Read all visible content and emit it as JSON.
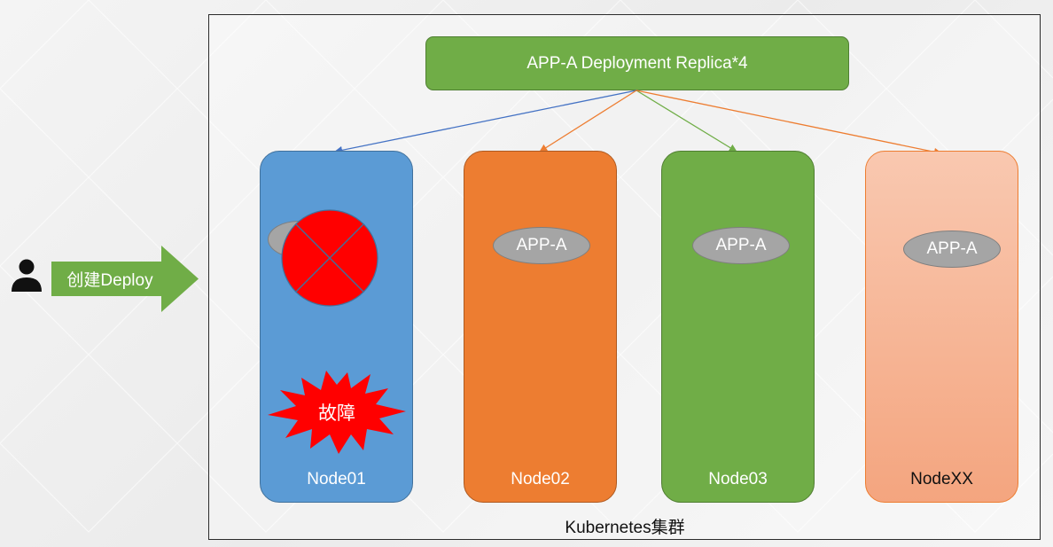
{
  "actor": {
    "icon": "person-icon",
    "action_label": "创建Deploy",
    "arrow_color": "#70ad47"
  },
  "cluster": {
    "label": "Kubernetes集群"
  },
  "deployment": {
    "label": "APP-A Deployment Replica*4",
    "color": "#70ad47"
  },
  "nodes": [
    {
      "name": "Node01",
      "color": "#5b9bd5",
      "pod_label": "",
      "failed": true,
      "fault_label": "故障"
    },
    {
      "name": "Node02",
      "color": "#ed7d31",
      "pod_label": "APP-A",
      "failed": false
    },
    {
      "name": "Node03",
      "color": "#70ad47",
      "pod_label": "APP-A",
      "failed": false
    },
    {
      "name": "NodeXX",
      "color": "#f8b89c",
      "label_color": "#111111",
      "pod_label": "APP-A",
      "failed": false
    }
  ],
  "edges": [
    {
      "from": "deployment",
      "to": "Node01",
      "color": "#4472c4"
    },
    {
      "from": "deployment",
      "to": "Node02",
      "color": "#ed7d31"
    },
    {
      "from": "deployment",
      "to": "Node03",
      "color": "#70ad47"
    },
    {
      "from": "deployment",
      "to": "NodeXX",
      "color": "#ed7d31"
    }
  ],
  "fault_color": "#ff0000"
}
